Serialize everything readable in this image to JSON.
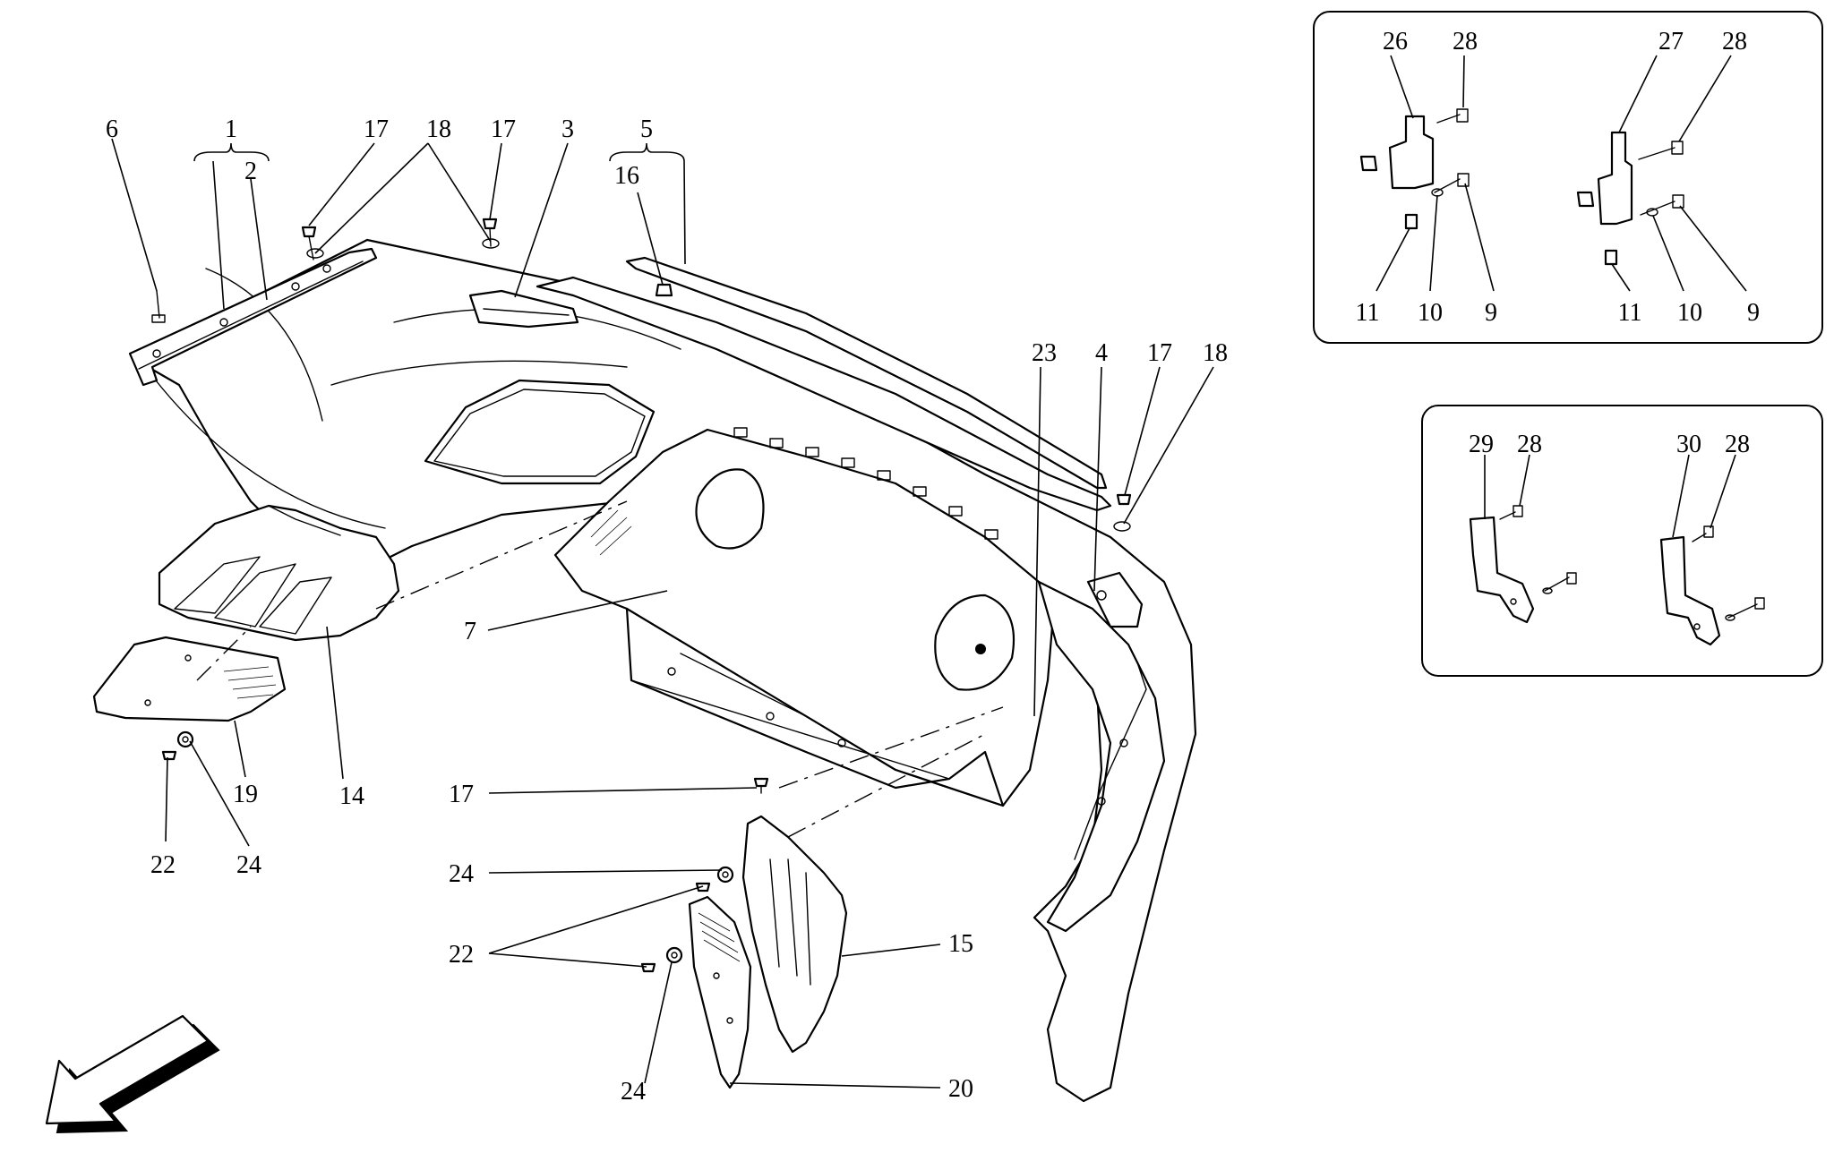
{
  "callouts": {
    "c1": "1",
    "c2": "2",
    "c3": "3",
    "c4": "4",
    "c5": "5",
    "c6": "6",
    "c7": "7",
    "c14": "14",
    "c15": "15",
    "c16": "16",
    "c17a": "17",
    "c17b": "17",
    "c17c": "17",
    "c17d": "17",
    "c18a": "18",
    "c18b": "18",
    "c19": "19",
    "c20": "20",
    "c22a": "22",
    "c22b": "22",
    "c23": "23",
    "c24a": "24",
    "c24b": "24",
    "c24c": "24"
  },
  "inset_top": {
    "c26": "26",
    "c28a": "28",
    "c11a": "11",
    "c10a": "10",
    "c9a": "9",
    "c27": "27",
    "c28b": "28",
    "c11b": "11",
    "c10b": "10",
    "c9b": "9"
  },
  "inset_bottom": {
    "c29": "29",
    "c28a": "28",
    "c30": "30",
    "c28b": "28"
  },
  "icons": {
    "direction_arrow": "arrow-down-left-icon"
  }
}
